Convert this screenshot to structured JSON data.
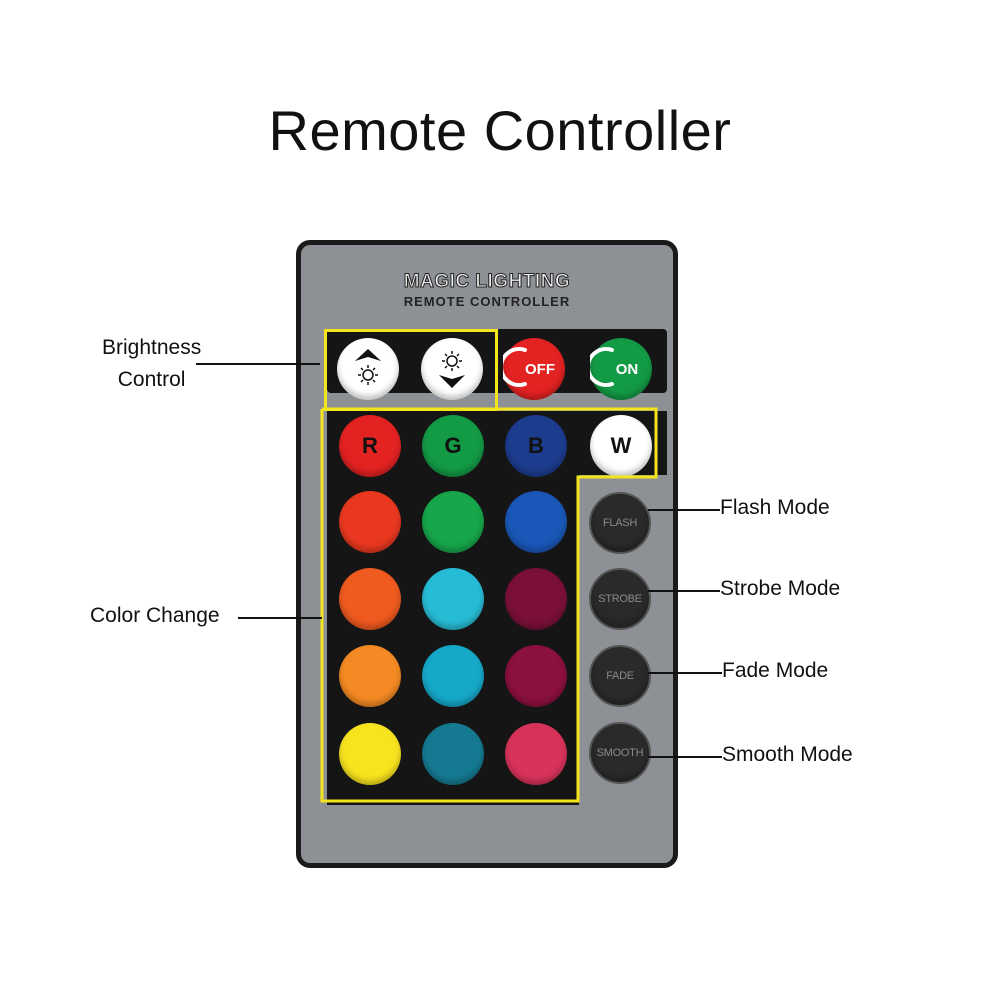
{
  "title": "Remote Controller",
  "remote": {
    "brand": "MAGIC LIGHTING",
    "subtitle": "REMOTE CONTROLLER"
  },
  "buttons": {
    "off": "OFF",
    "on": "ON",
    "red": "R",
    "green": "G",
    "blue": "B",
    "white": "W",
    "flash": "FLASH",
    "strobe": "STROBE",
    "fade": "FADE",
    "smooth": "SMOOTH"
  },
  "labels": {
    "brightness_line1": "Brightness",
    "brightness_line2": "Control",
    "color_change": "Color Change",
    "flash_mode": "Flash Mode",
    "strobe_mode": "Strobe Mode",
    "fade_mode": "Fade Mode",
    "smooth_mode": "Smooth Mode"
  },
  "colors": {
    "highlight": "#f2e51c",
    "remote_body": "#8d9195",
    "panel": "#151515",
    "red": "#e32222",
    "green": "#139a45",
    "blue": "#1c3c8e",
    "white": "#ffffff",
    "grid": [
      [
        "#e9381f",
        "#17a64a",
        "#1a57b8"
      ],
      [
        "#ef5a1f",
        "#27bcd6",
        "#7a1038"
      ],
      [
        "#f48a23",
        "#15a8c8",
        "#8c1040"
      ],
      [
        "#f8e31f",
        "#157a91",
        "#d8335a"
      ]
    ]
  }
}
